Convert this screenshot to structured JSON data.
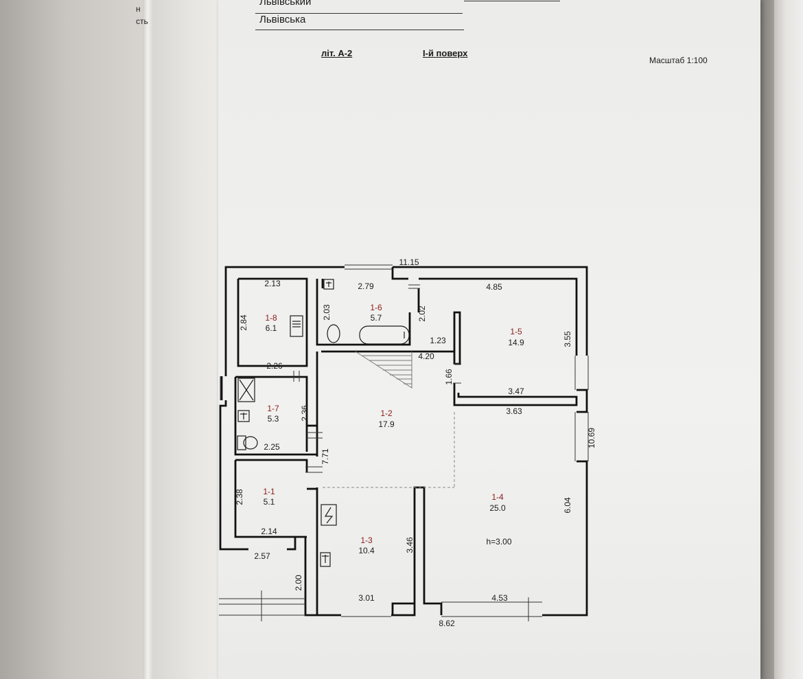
{
  "header": {
    "district": "Львівський",
    "region": "Львівська",
    "letter": "літ. А-2",
    "floor": "І-й поверх",
    "scale": "Масштаб 1:100",
    "prev_page_lines": [
      "н",
      "сть"
    ]
  },
  "rooms": [
    {
      "id": "1-1",
      "area": "5.1"
    },
    {
      "id": "1-2",
      "area": "17.9"
    },
    {
      "id": "1-3",
      "area": "10.4"
    },
    {
      "id": "1-4",
      "area": "25.0"
    },
    {
      "id": "1-5",
      "area": "14.9"
    },
    {
      "id": "1-6",
      "area": "5.7"
    },
    {
      "id": "1-7",
      "area": "5.3"
    },
    {
      "id": "1-8",
      "area": "6.1"
    }
  ],
  "dimensions": {
    "total_width_top": "11.15",
    "total_width_bottom": "8.62",
    "total_height_right": "10.69",
    "r18_width": "2.13",
    "r18_height": "2.84",
    "r16_width": "2.79",
    "r16_height": "2.03",
    "r16_depth_right": "2.02",
    "r15_width": "4.85",
    "r15_height": "3.55",
    "r15_bottom": "3.47",
    "closet_width": "1.23",
    "stair_width": "4.20",
    "stair_step": "1.66",
    "r14_top": "3.63",
    "r14_height": "6.04",
    "r14_bottom": "4.53",
    "r17_top": "2.26",
    "r17_height": "2.36",
    "r17_bottom": "2.25",
    "hall_length": "7.71",
    "r11_height": "2.38",
    "r11_bottom": "2.14",
    "entry_width": "2.57",
    "entry_depth": "2.00",
    "r13_height": "3.46",
    "r13_bottom": "3.01"
  },
  "ceiling_height": "h=3.00"
}
